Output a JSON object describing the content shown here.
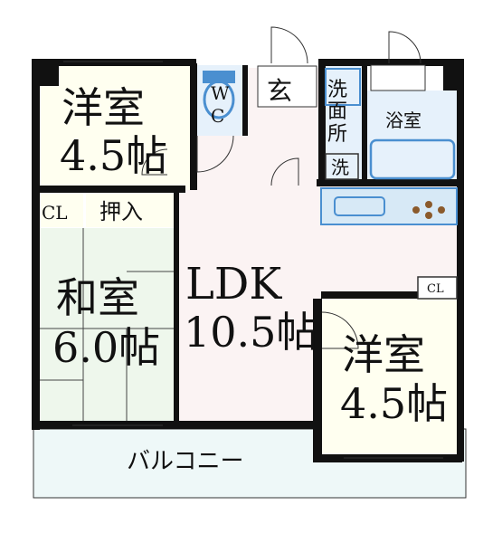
{
  "rooms": {
    "western_1": {
      "name": "洋室",
      "size": "4.5帖"
    },
    "western_2": {
      "name": "洋室",
      "size": "4.5帖"
    },
    "japanese": {
      "name": "和室",
      "size": "6.0帖"
    },
    "ldk": {
      "name": "LDK",
      "size": "10.5帖"
    },
    "entrance": "玄",
    "wc": {
      "line1": "W",
      "line2": "C"
    },
    "washroom": {
      "c1": "洗",
      "c2": "面",
      "c3": "所"
    },
    "washer": "洗",
    "bath": "浴室",
    "oshiire": "押入",
    "closet_left": "CL",
    "closet_right": "CL",
    "balcony": "バルコニー"
  },
  "colors": {
    "wall": "#111111",
    "ldk_floor": "#fbf3f3",
    "western_floor": "#fffff0",
    "tatami_floor": "#eef7ec",
    "balcony_floor": "#eef8f8",
    "wet_floor": "#e6f1fb",
    "fixture_blue": "#4a8fd0",
    "kitchen_counter": "#d7e9f6"
  }
}
